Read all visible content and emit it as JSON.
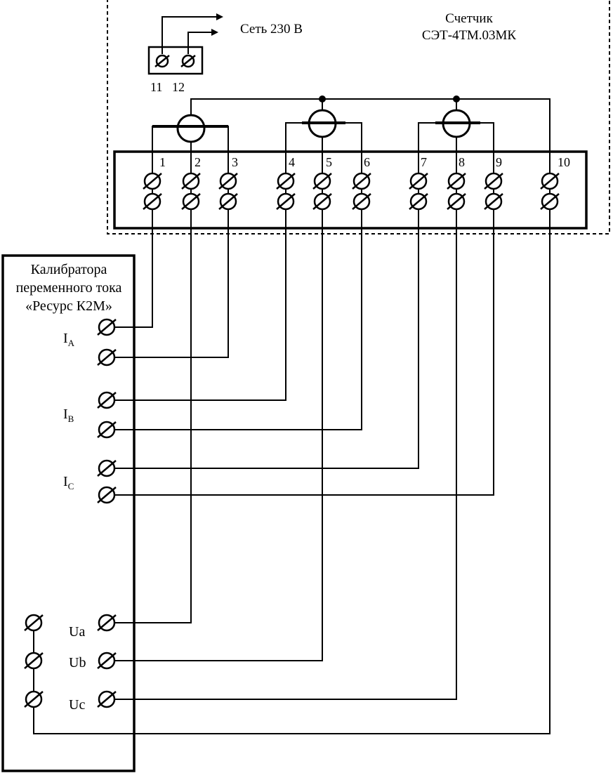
{
  "meter": {
    "title_line1": "Счетчик",
    "title_line2": "СЭТ-4ТМ.03МК",
    "network_label": "Сеть 230 В",
    "aux_terminals": [
      "11",
      "12"
    ],
    "terminal_numbers": [
      "1",
      "2",
      "3",
      "4",
      "5",
      "6",
      "7",
      "8",
      "9",
      "10"
    ]
  },
  "calibrator": {
    "title_line1": "Калибратора",
    "title_line2": "переменного тока",
    "title_line3": "«Ресурс К2М»",
    "current_labels": [
      {
        "main": "I",
        "sub": "A"
      },
      {
        "main": "I",
        "sub": "B"
      },
      {
        "main": "I",
        "sub": "C"
      }
    ],
    "voltage_labels": [
      "Ua",
      "Ub",
      "Uc"
    ]
  },
  "colors": {
    "ink": "#000000",
    "background": "#ffffff"
  }
}
